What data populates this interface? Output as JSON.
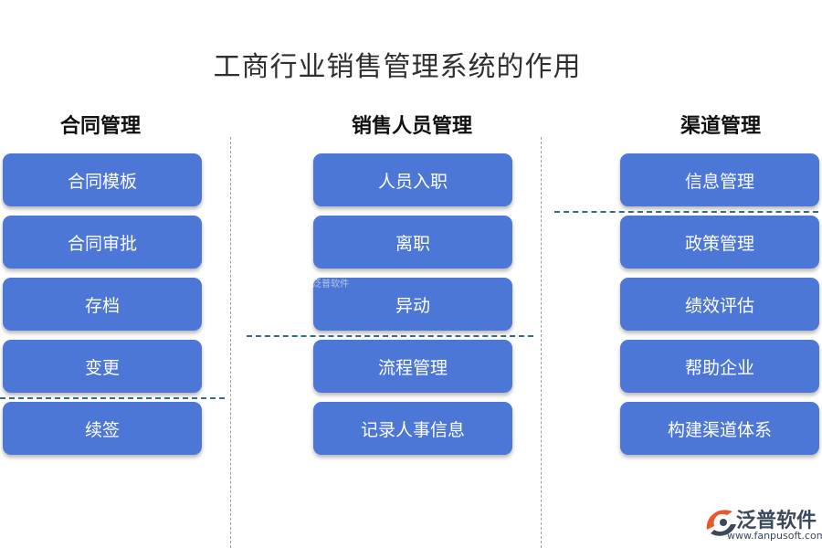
{
  "title": "工商行业销售管理系统的作用",
  "columns": [
    {
      "heading": "合同管理",
      "items": [
        "合同模板",
        "合同审批",
        "存档",
        "变更",
        "续签"
      ]
    },
    {
      "heading": "销售人员管理",
      "items": [
        "人员入职",
        "离职",
        "异动",
        "流程管理",
        "记录人事信息"
      ]
    },
    {
      "heading": "渠道管理",
      "items": [
        "信息管理",
        "政策管理",
        "绩效评估",
        "帮助企业",
        "构建渠道体系"
      ]
    }
  ],
  "watermark": "泛普软件",
  "logo": {
    "name": "泛普软件",
    "url": "www.fanpusoft.com"
  },
  "colors": {
    "box": "#4c77d7",
    "divider": "#2e6f86"
  }
}
